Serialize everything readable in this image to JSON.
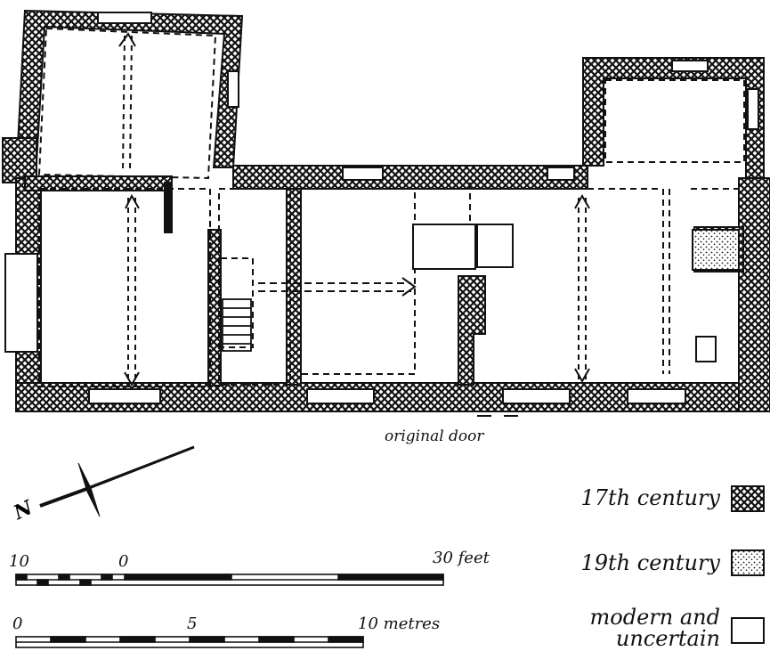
{
  "plan": {
    "door_label": "original door",
    "north_label": "N"
  },
  "legend": {
    "items": [
      {
        "label": "17th century",
        "pattern": "crosshatch"
      },
      {
        "label": "19th century",
        "pattern": "stipple"
      },
      {
        "label_line1": "modern and",
        "label_line2": "uncertain",
        "pattern": "blank"
      }
    ]
  },
  "scale_feet": {
    "left": "10",
    "zero": "0",
    "right": "30 feet"
  },
  "scale_metres": {
    "zero": "0",
    "mid": "5",
    "right": "10 metres"
  },
  "colors": {
    "ink": "#111111",
    "paper": "#ffffff"
  }
}
